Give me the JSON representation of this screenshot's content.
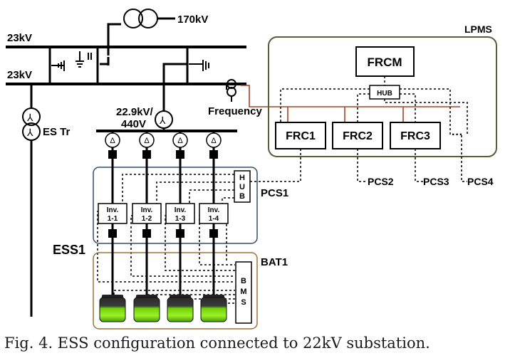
{
  "labels": {
    "bus_23kv_top": "23kV",
    "bus_23kv_bottom": "23kV",
    "grid_170kv": "170kV",
    "transformer_22_9": "22.9kV/",
    "transformer_440": "440V",
    "es_tr": "ES Tr",
    "frequency": "Frequency",
    "lpms": "LPMS",
    "frcm": "FRCM",
    "hub_lpms": "HUB",
    "frc1": "FRC1",
    "frc2": "FRC2",
    "frc3": "FRC3",
    "ellipsis": "···",
    "pcs1": "PCS1",
    "pcs2": "PCS2",
    "pcs3": "PCS3",
    "pcs4": "PCS4",
    "ess1": "ESS1",
    "bat1": "BAT1",
    "hub_vertical": [
      "H",
      "U",
      "B"
    ],
    "bms_vertical": [
      "B",
      "M",
      "S"
    ],
    "inverters": [
      {
        "line1": "Inv.",
        "line2": "1-1"
      },
      {
        "line1": "Inv.",
        "line2": "1-2"
      },
      {
        "line1": "Inv.",
        "line2": "1-3"
      },
      {
        "line1": "Inv.",
        "line2": "1-4"
      }
    ],
    "delta_symbol": "Δ",
    "wye_symbol": "⅄"
  },
  "caption": "Fig. 4. ESS configuration connected to 22kV substation.",
  "colors": {
    "line": "#000000",
    "lpms_border": "#55603a",
    "pcs_border": "#2f4f6e",
    "bat_border": "#a0703a",
    "frequency_line": "#a0442a",
    "battery_green": "#6fd400"
  }
}
